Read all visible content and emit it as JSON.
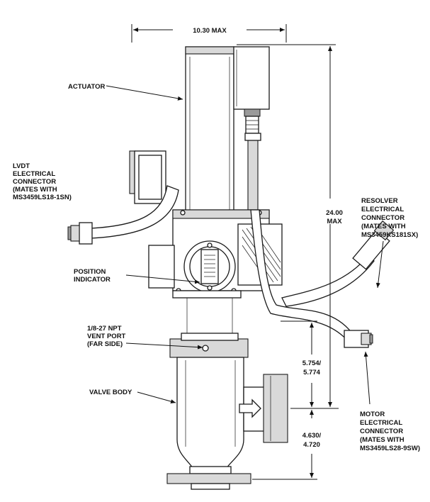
{
  "labels": {
    "actuator": "ACTUATOR",
    "lvdt": [
      "LVDT",
      "ELECTRICAL",
      "CONNECTOR",
      "(MATES WITH",
      "MS3459LS18-1SN)"
    ],
    "position_indicator": [
      "POSITION",
      "INDICATOR"
    ],
    "vent_port": [
      "1/8-27 NPT",
      "VENT PORT",
      "(FAR SIDE)"
    ],
    "valve_body": "VALVE BODY",
    "resolver": [
      "RESOLVER",
      "ELECTRICAL",
      "CONNECTOR",
      "(MATES WITH",
      "MS3459KS181SX)"
    ],
    "motor": [
      "MOTOR",
      "ELECTRICAL",
      "CONNECTOR",
      "(MATES WITH",
      "MS3459LS28-9SW)"
    ]
  },
  "dimensions": {
    "width_max": "10.30 MAX",
    "height_max": [
      "24.00",
      "MAX"
    ],
    "upper": [
      "5.754/",
      "5.774"
    ],
    "lower": [
      "4.630/",
      "4.720"
    ]
  },
  "colors": {
    "line": "#111111",
    "shade": "#d9d9d9"
  }
}
